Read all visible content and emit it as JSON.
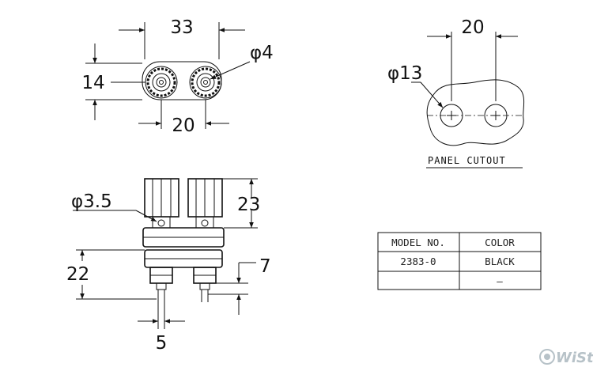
{
  "top_view": {
    "dim_width_total": "33",
    "dim_height": "14",
    "dim_hole_diameter": "φ4",
    "dim_pitch": "20"
  },
  "panel_cutout": {
    "dim_pitch": "20",
    "dim_hole_diameter": "φ13",
    "caption": "PANEL CUTOUT"
  },
  "side_view": {
    "dim_wire_hole": "φ3.5",
    "dim_cap_height": "23",
    "dim_body_height": "22",
    "dim_thread_length": "7",
    "dim_pin_width": "5"
  },
  "spec_table": {
    "headers": [
      "MODEL NO.",
      "COLOR"
    ],
    "rows": [
      [
        "2383-0",
        "BLACK"
      ],
      [
        "",
        "–"
      ]
    ]
  },
  "watermark": "WiStao"
}
